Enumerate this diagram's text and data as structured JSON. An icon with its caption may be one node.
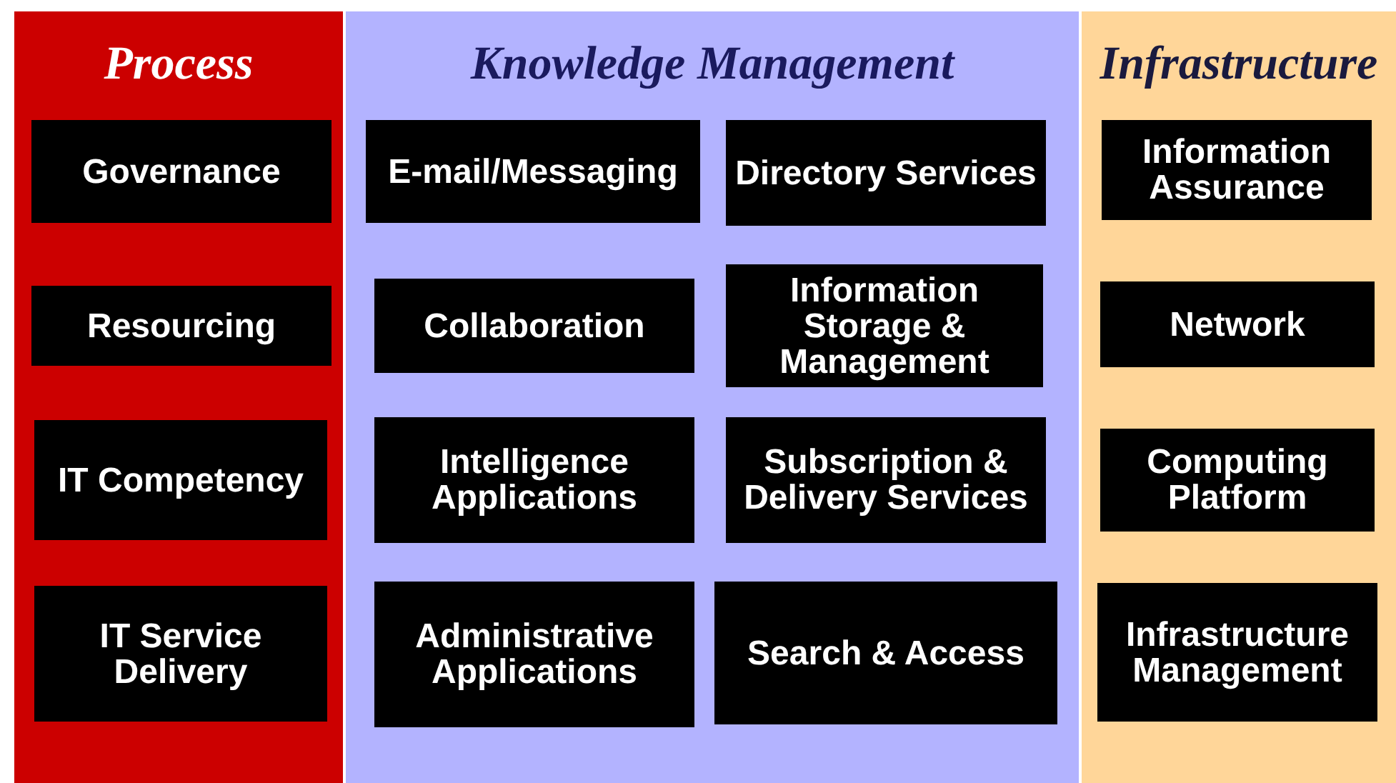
{
  "diagram": {
    "nodes": [
      {
        "text": [
          "Process"
        ]
      },
      {
        "text": [
          "Governance"
        ],
        "in": 0
      },
      {
        "text": [
          "Resourcing"
        ],
        "in": 0
      },
      {
        "text": [
          "IT Competency"
        ],
        "in": 0
      },
      {
        "text": [
          "IT Service Delivery"
        ],
        "in": 0
      },
      {
        "text": [
          "Knowledge Management"
        ]
      },
      {
        "text": [
          "E-mail/Messaging"
        ],
        "in": 5
      },
      {
        "text": [
          "Directory Services"
        ],
        "in": 5
      },
      {
        "text": [
          "Collaboration"
        ],
        "in": 5
      },
      {
        "text": [
          "Information Storage & Management"
        ],
        "in": 5
      },
      {
        "text": [
          "Intelligence Applications"
        ],
        "in": 5
      },
      {
        "text": [
          "Subscription & Delivery Services"
        ],
        "in": 5
      },
      {
        "text": [
          "Administrative Applications"
        ],
        "in": 5
      },
      {
        "text": [
          "Search & Access"
        ],
        "in": 5
      },
      {
        "text": [
          "Infrastructure"
        ]
      },
      {
        "text": [
          "Information Assurance"
        ],
        "in": 14
      },
      {
        "text": [
          "Network"
        ],
        "in": 14
      },
      {
        "text": [
          "Computing Platform"
        ],
        "in": 14
      },
      {
        "text": [
          "Infrastructure Management"
        ],
        "in": 14
      }
    ]
  }
}
